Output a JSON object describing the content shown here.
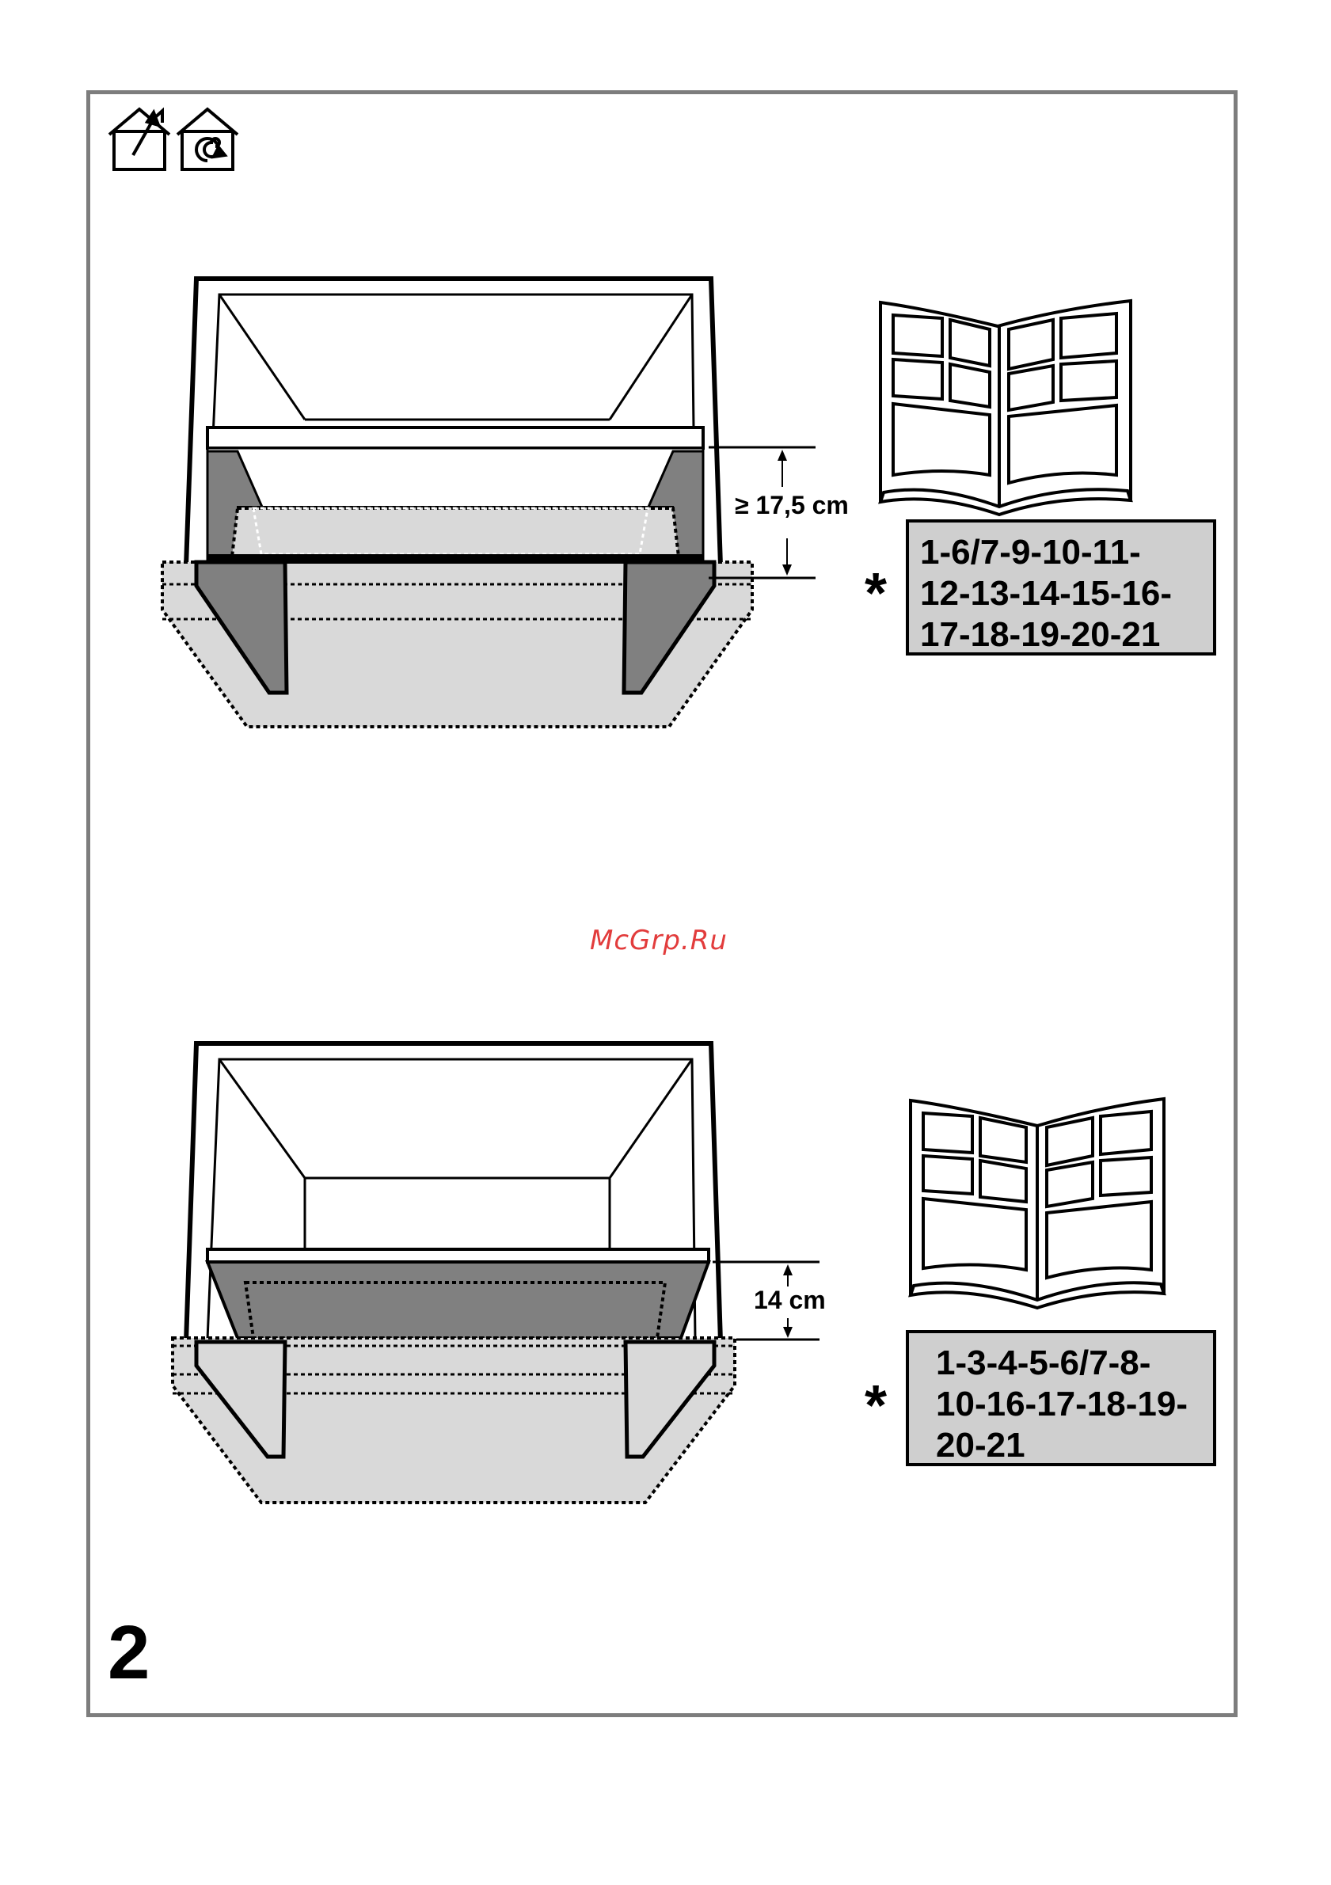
{
  "icons": {
    "first": "house-exhaust-vent-icon",
    "second": "house-recirculation-icon"
  },
  "top_figure": {
    "dimension_label": "≥ 17,5 cm",
    "reference_lines": [
      "1-6/7-9-10-11-",
      "12-13-14-15-16-",
      "17-18-19-20-21"
    ]
  },
  "watermark": "McGrp.Ru",
  "bottom_figure": {
    "dimension_label": "14 cm",
    "reference_lines": [
      "1-3-4-5-6/7-8-",
      "10-16-17-18-19-",
      "20-21"
    ]
  },
  "asterisk": "*",
  "page_number": "2",
  "colors": {
    "frame": "#7d7d7d",
    "ref_box_fill": "#cfcfcf",
    "dark_gray": "#808080",
    "light_gray": "#d9d9d9",
    "watermark": "#e23c3c"
  }
}
